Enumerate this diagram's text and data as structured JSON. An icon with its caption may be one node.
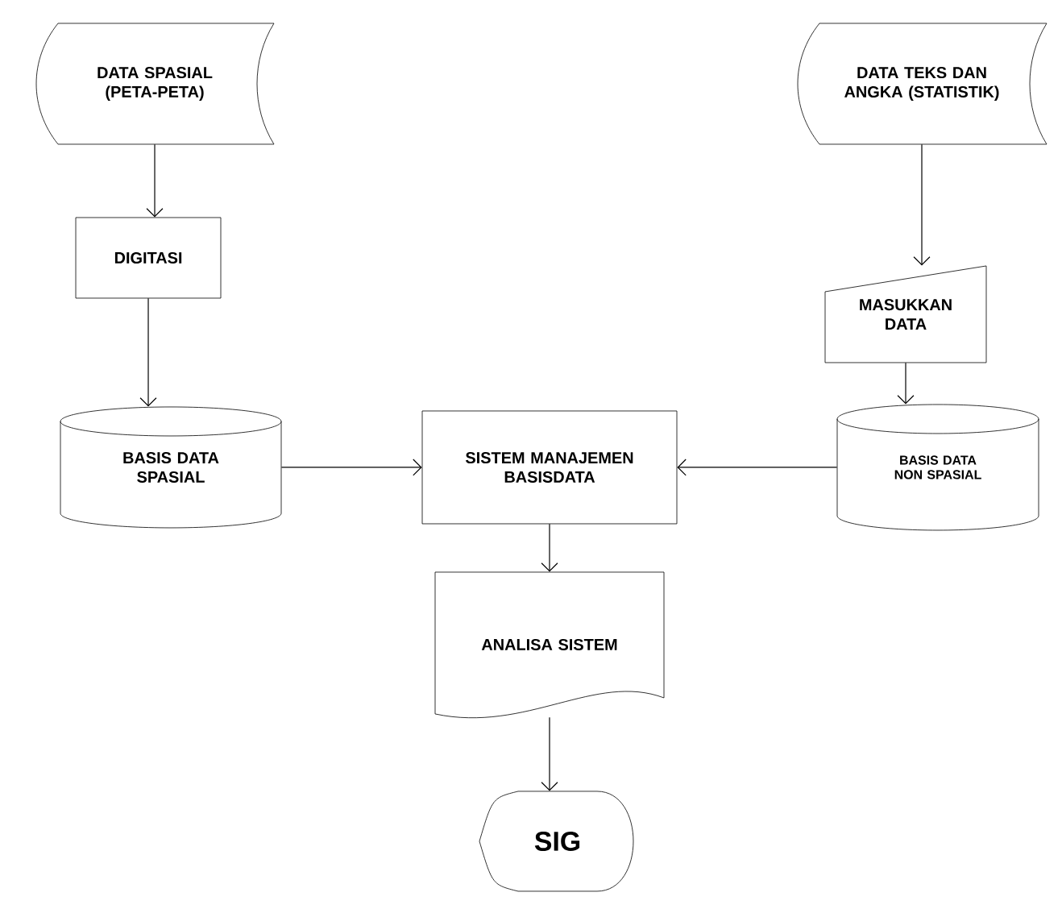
{
  "diagram": {
    "nodes": [
      {
        "text": [
          "DATA SPASIAL (PETA-PETA)"
        ]
      },
      {
        "text": [
          "DIGITASI"
        ]
      },
      {
        "text": [
          "BASIS DATA SPASIAL"
        ]
      },
      {
        "text": [
          "DATA TEKS DAN ANGKA (STATISTIK)"
        ]
      },
      {
        "text": [
          "MASUKKAN DATA"
        ]
      },
      {
        "text": [
          "BASIS DATA NON SPASIAL"
        ]
      },
      {
        "text": [
          "SISTEM MANAJEMEN BASISDATA"
        ]
      },
      {
        "text": [
          "ANALISA SISTEM"
        ]
      },
      {
        "text": [
          "SIG"
        ]
      }
    ],
    "edges": [
      {
        "from": 0,
        "to": 1,
        "arrow": "to"
      },
      {
        "from": 1,
        "to": 2,
        "arrow": "to"
      },
      {
        "from": 3,
        "to": 4,
        "arrow": "to"
      },
      {
        "from": 4,
        "to": 5,
        "arrow": "to"
      },
      {
        "from": 2,
        "to": 6,
        "arrow": "to"
      },
      {
        "from": 5,
        "to": 6,
        "arrow": "to"
      },
      {
        "from": 6,
        "to": 7,
        "arrow": "to"
      },
      {
        "from": 7,
        "to": 8,
        "arrow": "to"
      }
    ]
  }
}
